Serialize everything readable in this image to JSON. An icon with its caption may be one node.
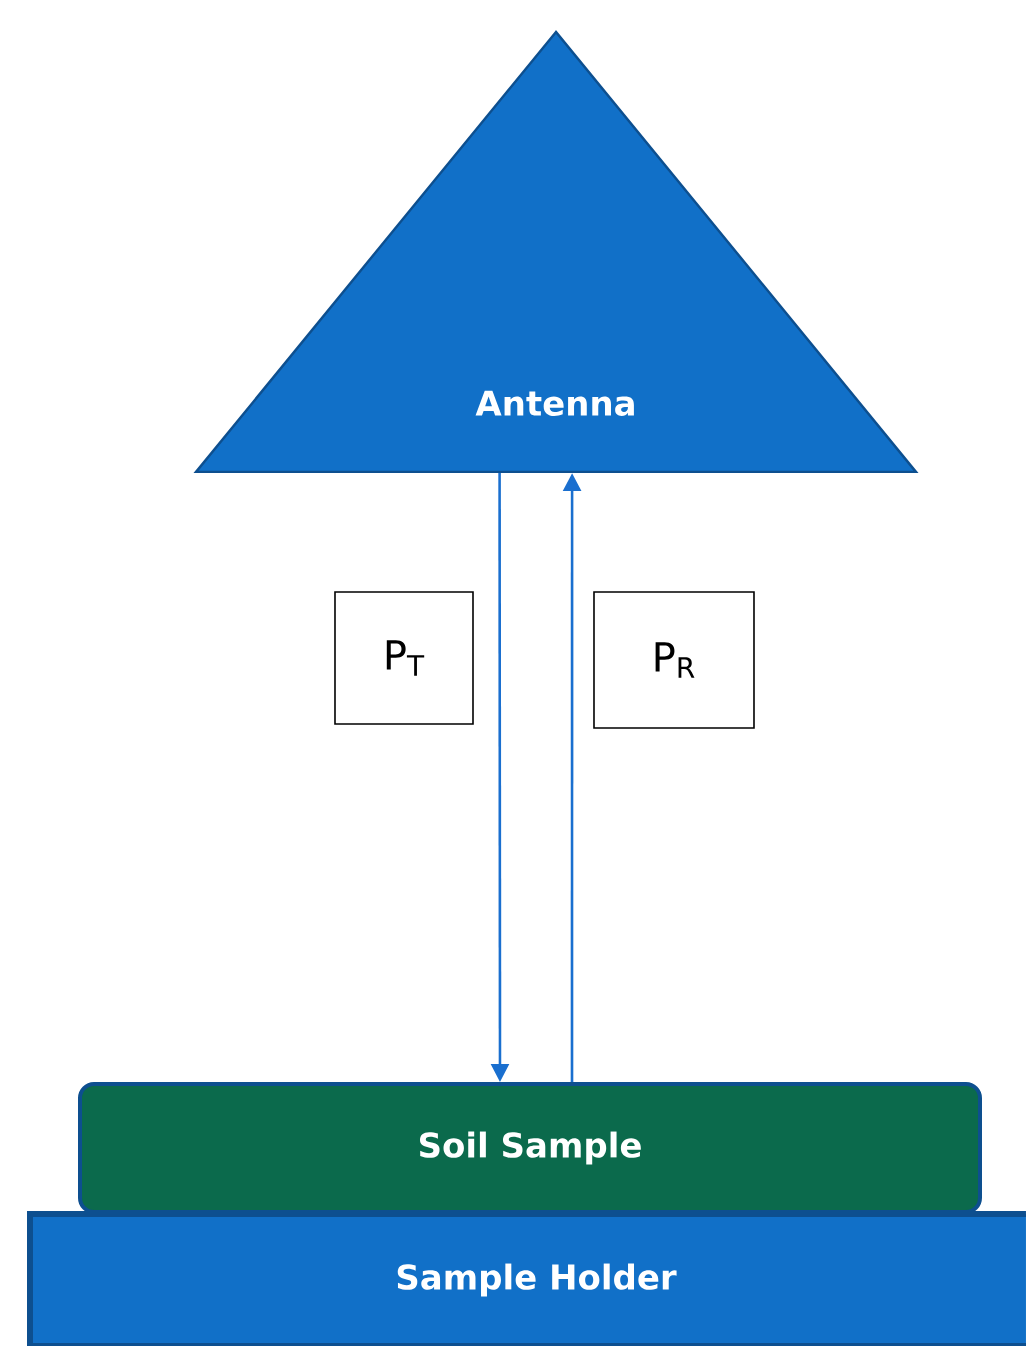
{
  "diagram": {
    "nodes": [
      {
        "text": [
          "Antenna"
        ]
      },
      {
        "text": [
          "P$_{T}$"
        ]
      },
      {
        "text": [
          "P$_{R}$"
        ]
      },
      {
        "text": [
          "Soil Sample"
        ]
      },
      {
        "text": [
          "Sample Holder"
        ]
      }
    ],
    "edges": [
      {
        "from": 0,
        "to": 3,
        "arrow": "to"
      },
      {
        "from": 3,
        "to": 0,
        "arrow": "to"
      }
    ]
  }
}
